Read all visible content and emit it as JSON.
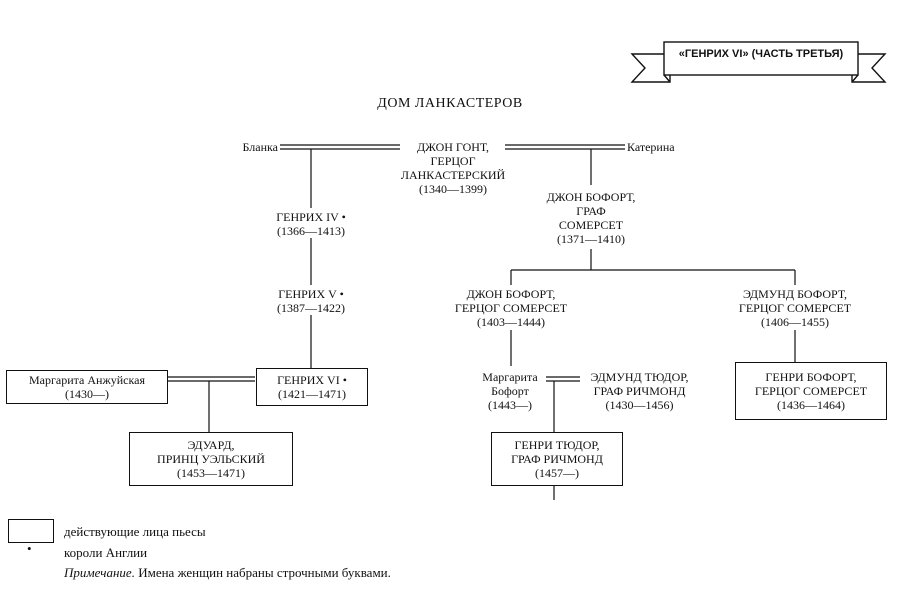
{
  "title": "ДОМ ЛАНКАСТЕРОВ",
  "banner": "«ГЕНРИХ VI» (ЧАСТЬ ТРЕТЬЯ)",
  "people": {
    "blanka": "Бланка",
    "katerina": "Катерина",
    "gaunt": [
      "ДЖОН ГОНТ,",
      "ГЕРЦОГ",
      "ЛАНКАСТЕРСКИЙ",
      "(1340—1399)"
    ],
    "beaufort1": [
      "ДЖОН БОФОРТ,",
      "ГРАФ",
      "СОМЕРСЕТ",
      "(1371—1410)"
    ],
    "henry4": [
      "ГЕНРИХ IV •",
      "(1366—1413)"
    ],
    "henry5": [
      "ГЕНРИХ V •",
      "(1387—1422)"
    ],
    "henry6": [
      "ГЕНРИХ VI •",
      "(1421—1471)"
    ],
    "margaret_anjou": [
      "Маргарита Анжуйская",
      "(1430—)"
    ],
    "edward": [
      "ЭДУАРД,",
      "ПРИНЦ УЭЛЬСКИЙ",
      "(1453—1471)"
    ],
    "beaufort2": [
      "ДЖОН БОФОРТ,",
      "ГЕРЦОГ СОМЕРСЕТ",
      "(1403—1444)"
    ],
    "edmund_beaufort": [
      "ЭДМУНД БОФОРТ,",
      "ГЕРЦОГ СОМЕРСЕТ",
      "(1406—1455)"
    ],
    "margaret_beaufort": [
      "Маргарита",
      "Бофорт",
      "(1443—)"
    ],
    "edmund_tudor": [
      "ЭДМУНД ТЮДОР,",
      "ГРАФ РИЧМОНД",
      "(1430—1456)"
    ],
    "henry_tudor": [
      "ГЕНРИ ТЮДОР,",
      "ГРАФ РИЧМОНД",
      "(1457—)"
    ],
    "henry_beaufort": [
      "ГЕНРИ БОФОРТ,",
      "ГЕРЦОГ СОМЕРСЕТ",
      "(1436—1464)"
    ]
  },
  "legend": {
    "box_label": "действующие лица пьесы",
    "dot_symbol": "•",
    "dot_label": "короли Англии",
    "note_prefix": "Примечание.",
    "note_text": " Имена женщин набраны строчными буквами."
  }
}
